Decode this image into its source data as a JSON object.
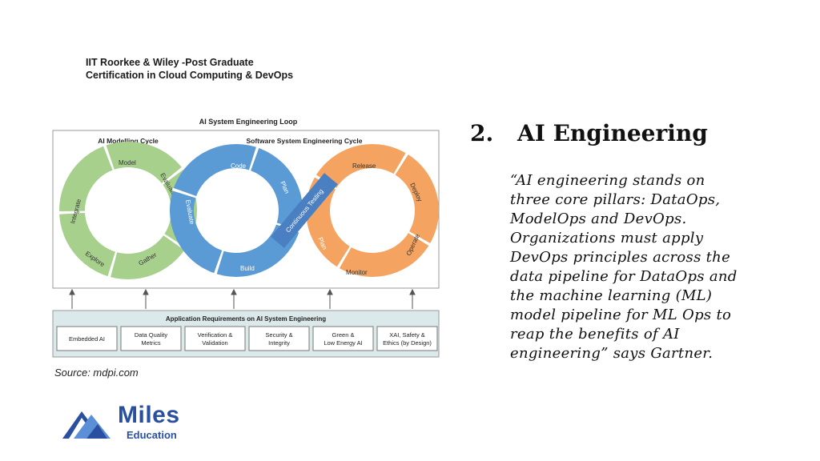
{
  "header": {
    "line1": "IIT Roorkee & Wiley -Post Graduate",
    "line2": "Certification in Cloud Computing & DevOps"
  },
  "diagram": {
    "title": "AI System Engineering Loop",
    "ai_cycle_label": "AI Modelling Cycle",
    "sw_cycle_label": "Software System Engineering Cycle",
    "ai_steps": [
      "Model",
      "Evaluate",
      "Gather",
      "Explore",
      "Integrate"
    ],
    "sw_left_steps": [
      "Code",
      "Plan",
      "Build",
      "Evaluate"
    ],
    "sw_right_steps": [
      "Release",
      "Deploy",
      "Operate",
      "Monitor",
      "Plan"
    ],
    "continuous_testing": "Continuous Testing",
    "requirements_title": "Application Requirements on AI System Engineering",
    "requirements": [
      [
        "Embedded AI"
      ],
      [
        "Data Quality",
        "Metrics"
      ],
      [
        "Verification &",
        "Validation"
      ],
      [
        "Security &",
        "Integrity"
      ],
      [
        "Green &",
        "Low Energy AI"
      ],
      [
        "XAI, Safety &",
        "Ethics (by Design)"
      ]
    ],
    "colors": {
      "green": "#a8d08d",
      "blue": "#5b9bd5",
      "orange": "#f4a460"
    }
  },
  "source": "Source: mdpi.com",
  "logo": {
    "name": "Miles",
    "sub": "Education",
    "icon": "mountain-logo-icon"
  },
  "section": {
    "number": "2.",
    "title": "AI Engineering",
    "quote_lines": [
      "“AI engineering stands on",
      "three core pillars: DataOps,",
      "ModelOps and DevOps.",
      "Organizations must apply",
      "DevOps principles across the",
      "data pipeline for DataOps and",
      "the machine learning (ML)",
      "model pipeline for ML Ops to",
      "reap the benefits of AI",
      "engineering” says Gartner."
    ]
  }
}
